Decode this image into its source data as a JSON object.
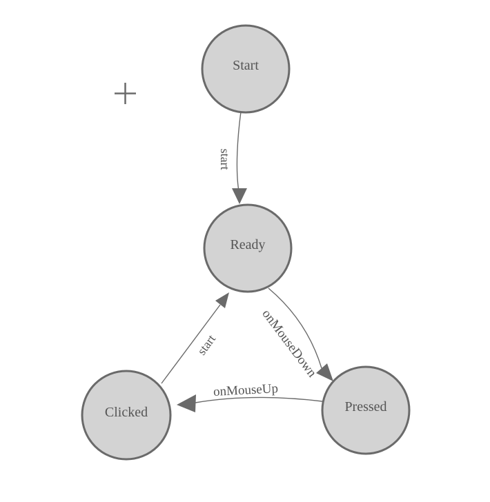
{
  "colors": {
    "background": "#ffffff",
    "node_fill": "#d3d3d3",
    "node_stroke": "#6a6a6a",
    "edge_stroke": "#6a6a6a",
    "label_text": "#555555",
    "plus_icon": "#6a6a6a"
  },
  "nodes": [
    {
      "id": "start",
      "label": "Start"
    },
    {
      "id": "ready",
      "label": "Ready"
    },
    {
      "id": "clicked",
      "label": "Clicked"
    },
    {
      "id": "pressed",
      "label": "Pressed"
    }
  ],
  "edges": [
    {
      "id": "start-to-ready",
      "from": "Start",
      "to": "Ready",
      "label": "start"
    },
    {
      "id": "clicked-to-ready",
      "from": "Clicked",
      "to": "Ready",
      "label": "start"
    },
    {
      "id": "ready-to-pressed",
      "from": "Ready",
      "to": "Pressed",
      "label": "onMouseDown"
    },
    {
      "id": "pressed-to-clicked",
      "from": "Pressed",
      "to": "Clicked",
      "label": "onMouseUp"
    }
  ],
  "tools": {
    "plus": "+"
  }
}
